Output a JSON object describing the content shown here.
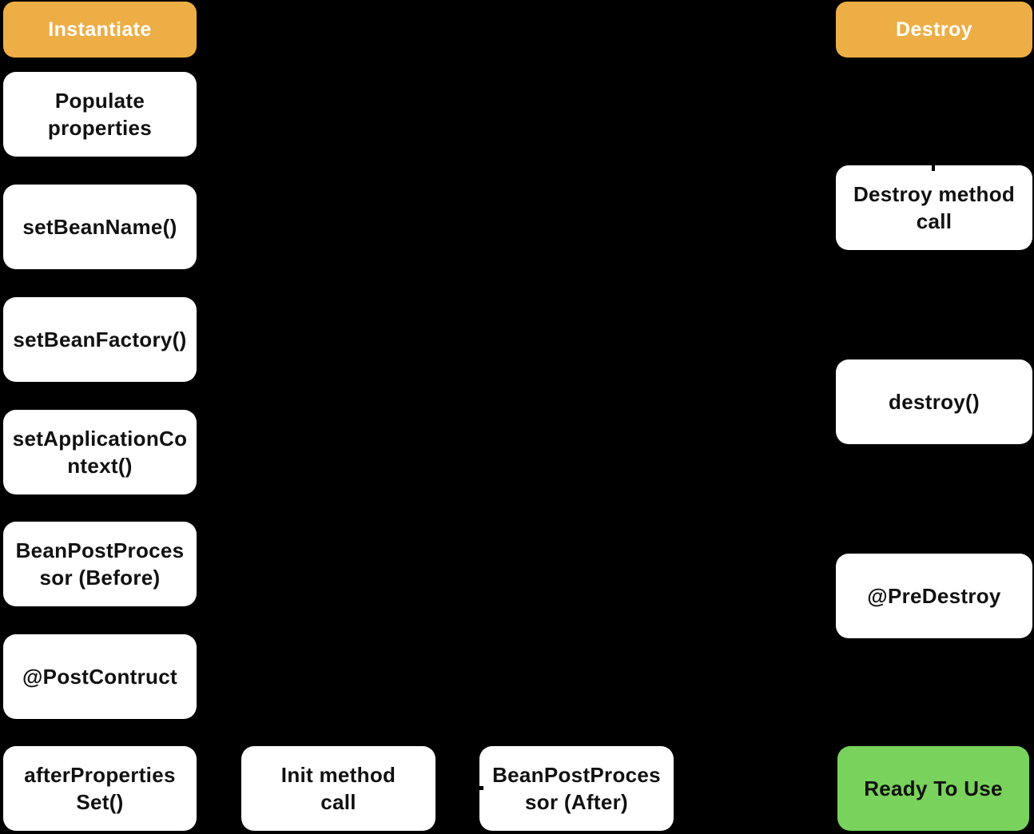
{
  "colors": {
    "canvas_bg": "#000000",
    "stage_header_bg": "#EDAE45",
    "stage_header_text": "#FFFFFF",
    "step_bg": "#FFFFFF",
    "step_text": "#111111",
    "ready_bg": "#79D25B"
  },
  "instantiate_flow": {
    "header": "Instantiate",
    "steps": [
      "Populate\nproperties",
      "setBeanName()",
      "setBeanFactory()",
      "setApplicationCo\nntext()",
      "BeanPostProces\nsor (Before)",
      "@PostContruct",
      "afterProperties\nSet()"
    ]
  },
  "init_flow": {
    "steps": [
      "Init method\ncall",
      "BeanPostProces\nsor (After)"
    ]
  },
  "destroy_flow": {
    "header": "Destroy",
    "steps": [
      "Destroy method\ncall",
      "destroy()",
      "@PreDestroy"
    ]
  },
  "ready_state": {
    "label": "Ready To Use"
  }
}
